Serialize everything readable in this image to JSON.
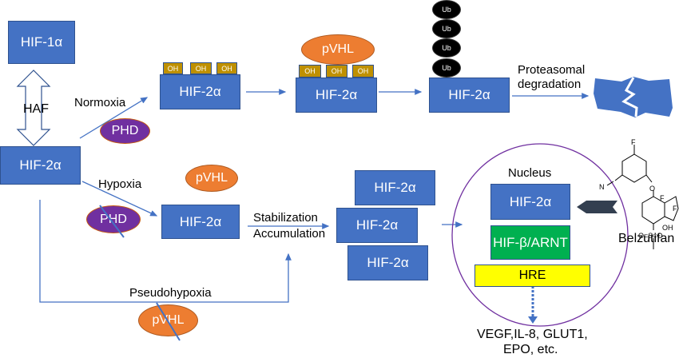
{
  "boxes": {
    "hif1a": "HIF-1α",
    "hif2a_left": "HIF-2α",
    "hif2a_normoxia": "HIF-2α",
    "hif2a_pvhl": "HIF-2α",
    "hif2a_ub": "HIF-2α",
    "hif2a_hypoxia": "HIF-2α",
    "hif2a_stack_top": "HIF-2α",
    "hif2a_stack_mid": "HIF-2α",
    "hif2a_stack_bot": "HIF-2α",
    "hif2a_nucleus": "HIF-2α",
    "hif_beta": "HIF-β/ARNT",
    "hre": "HRE"
  },
  "tags": {
    "oh": "OH",
    "ub": "Ub",
    "pvhl": "pVHL",
    "phd": "PHD"
  },
  "labels": {
    "haf": "HAF",
    "normoxia": "Normoxia",
    "hypoxia": "Hypoxia",
    "pseudohypoxia": "Pseudohypoxia",
    "proteasomal_1": "Proteasomal",
    "proteasomal_2": "degradation",
    "stabilization": "Stabilization",
    "accumulation": "Accumulation",
    "nucleus": "Nucleus",
    "belzutifan": "Belzutifan",
    "targets_1": "VEGF,IL-8, GLUT1,",
    "targets_2": "EPO, etc."
  },
  "molecule": {
    "atoms": {
      "f_top": "F",
      "n": "N",
      "o": "O",
      "f1": "F",
      "f2": "F",
      "oh": "OH",
      "s": "O=S=O"
    }
  },
  "colors": {
    "hif_blue": "#4472c4",
    "oh_gold": "#bf9000",
    "pvhl_orange": "#ed7d31",
    "phd_purple": "#7030a0",
    "arnt_green": "#00b050",
    "hre_yellow": "#ffff00",
    "nucleus_purple": "#7030a0",
    "inhibitor_dark": "#333f50"
  }
}
